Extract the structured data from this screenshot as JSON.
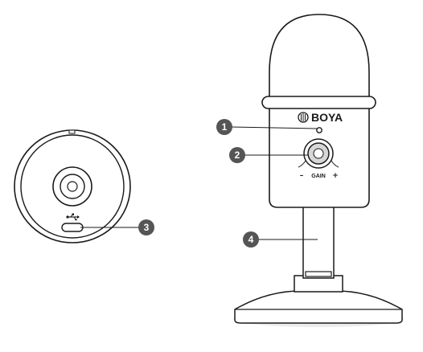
{
  "brand": {
    "name": "BOYA"
  },
  "gain": {
    "label": "GAIN",
    "minus": "–",
    "plus": "+"
  },
  "callouts": [
    {
      "number": "1",
      "part": "led indicator"
    },
    {
      "number": "2",
      "part": "gain knob"
    },
    {
      "number": "3",
      "part": "usb-c port"
    },
    {
      "number": "4",
      "part": "stand pole"
    }
  ],
  "icons": [
    "boya-logo-icon",
    "usb-icon"
  ],
  "colors": {
    "line": "#1a1a1a",
    "callout_badge": "#555555",
    "base_shadow": "#e8e8e8"
  }
}
